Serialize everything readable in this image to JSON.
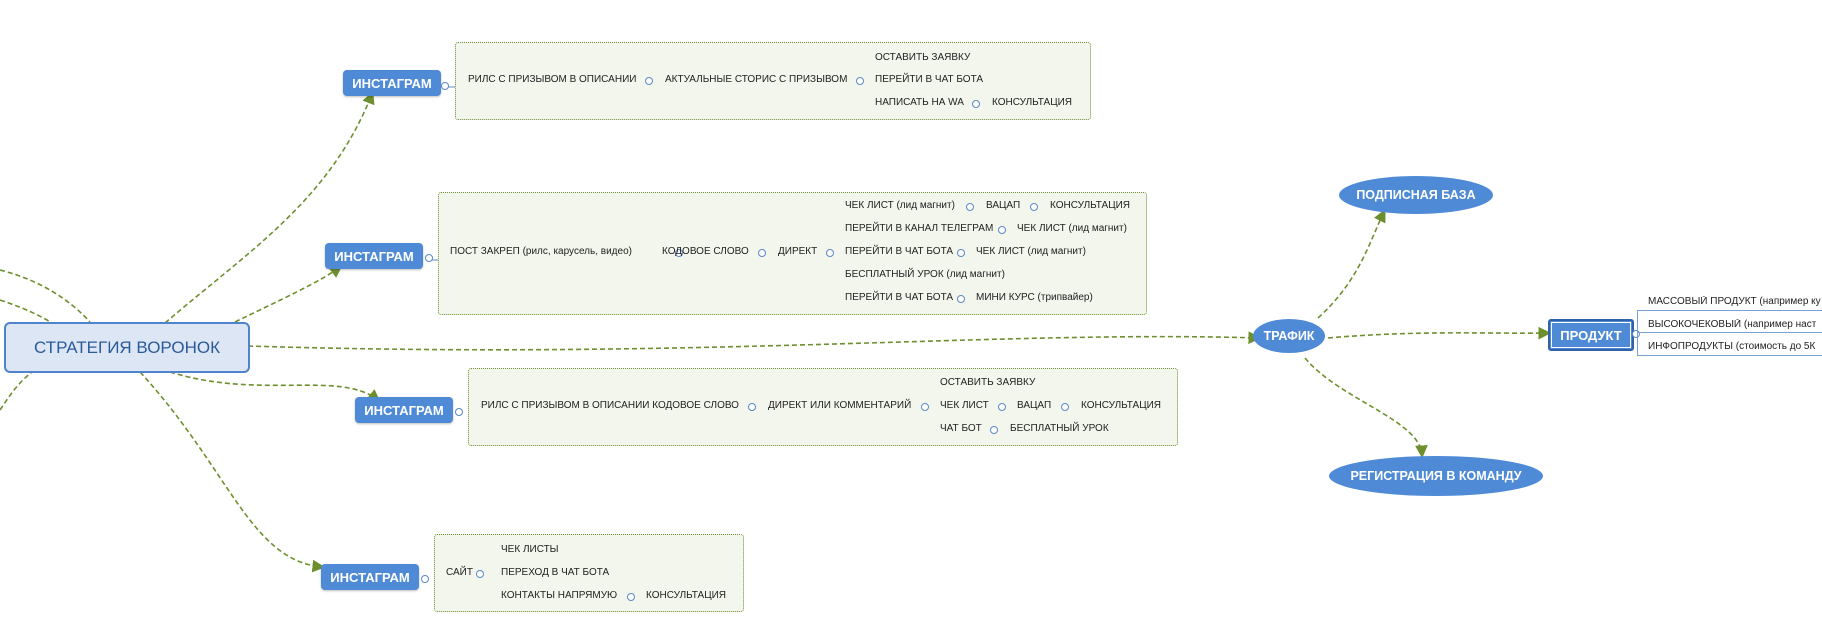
{
  "root": {
    "label": "СТРАТЕГИЯ ВОРОНОК"
  },
  "branches": {
    "b1": {
      "title": "ИНСТАГРАМ",
      "steps": [
        "РИЛС С ПРИЗЫВОМ В ОПИСАНИИ",
        "АКТУАЛЬНЫЕ СТОРИС С ПРИЗЫВОМ"
      ],
      "options": [
        "ОСТАВИТЬ ЗАЯВКУ",
        "ПЕРЕЙТИ В ЧАТ БОТА",
        "НАПИСАТЬ НА WA",
        "КОНСУЛЬТАЦИЯ"
      ]
    },
    "b2": {
      "title": "ИНСТАГРАМ",
      "steps": [
        "ПОСТ ЗАКРЕП (рилс, карусель, видео)",
        "КОДОВОЕ СЛОВО",
        "ДИРЕКТ"
      ],
      "options": {
        "o1": [
          "ЧЕК ЛИСТ (лид магнит)",
          "ВАЦАП",
          "КОНСУЛЬТАЦИЯ"
        ],
        "o2": [
          "ПЕРЕЙТИ В КАНАЛ ТЕЛЕГРАМ",
          "ЧЕК ЛИСТ (лид магнит)"
        ],
        "o3": [
          "ПЕРЕЙТИ В ЧАТ БОТА",
          "ЧЕК ЛИСТ (лид магнит)"
        ],
        "o4": [
          "БЕСПЛАТНЫЙ УРОК (лид магнит)"
        ],
        "o5": [
          "ПЕРЕЙТИ В ЧАТ БОТА",
          "МИНИ КУРС (трипвайер)"
        ]
      }
    },
    "b3": {
      "title": "ИНСТАГРАМ",
      "steps": [
        "РИЛС С ПРИЗЫВОМ В ОПИСАНИИ КОДОВОЕ СЛОВО",
        "ДИРЕКТ ИЛИ КОММЕНТАРИЙ"
      ],
      "options": {
        "o1": [
          "ОСТАВИТЬ ЗАЯВКУ"
        ],
        "o2": [
          "ЧЕК ЛИСТ",
          "ВАЦАП",
          "КОНСУЛЬТАЦИЯ"
        ],
        "o3": [
          "ЧАТ БОТ",
          "БЕСПЛАТНЫЙ УРОК"
        ]
      }
    },
    "b4": {
      "title": "ИНСТАГРАМ",
      "steps": [
        "САЙТ"
      ],
      "options": {
        "o1": [
          "ЧЕК ЛИСТЫ"
        ],
        "o2": [
          "ПЕРЕХОД В ЧАТ БОТА"
        ],
        "o3": [
          "КОНТАКТЫ НАПРЯМУЮ",
          "КОНСУЛЬТАЦИЯ"
        ]
      }
    }
  },
  "traffic": {
    "label": "ТРАФИК",
    "subs": [
      "ПОДПИСНАЯ БАЗА",
      "РЕГИСТРАЦИЯ В КОМАНДУ"
    ]
  },
  "product": {
    "label": "ПРОДУКТ",
    "items": [
      "МАССОВЫЙ ПРОДУКТ (например ку",
      "ВЫСОКОЧЕКОВЫЙ (например наст",
      "ИНФОПРОДУКТЫ (стоимость до 5К"
    ]
  },
  "colors": {
    "node": "#4f8ad6",
    "box_border": "#6e8f2e",
    "box_bg": "#f3f6ec",
    "connector": "#6e8f2e",
    "line": "#5b87c9"
  }
}
